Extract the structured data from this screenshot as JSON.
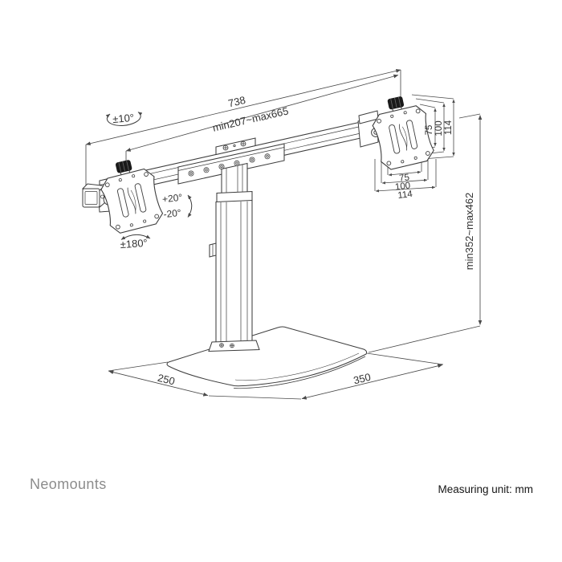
{
  "diagram": {
    "type": "technical-drawing",
    "subject": "dual-monitor tilt/swivel desk stand with base",
    "line_color": "#3d3d3d",
    "dim_color": "#4a4a4a",
    "labels": {
      "bar_total": "738",
      "bar_range": "min207~max665",
      "swivel": "±10°",
      "tilt_up": "+20°",
      "tilt_down": "-20°",
      "rotate": "±180°",
      "height_range": "min352~max462",
      "base_depth": "250",
      "base_width": "350"
    },
    "vesa_vertical": [
      "75",
      "100",
      "114"
    ],
    "vesa_horizontal": [
      "75",
      "100",
      "114"
    ]
  },
  "footer": {
    "brand": "Neomounts",
    "measuring_unit": "Measuring unit: mm"
  }
}
